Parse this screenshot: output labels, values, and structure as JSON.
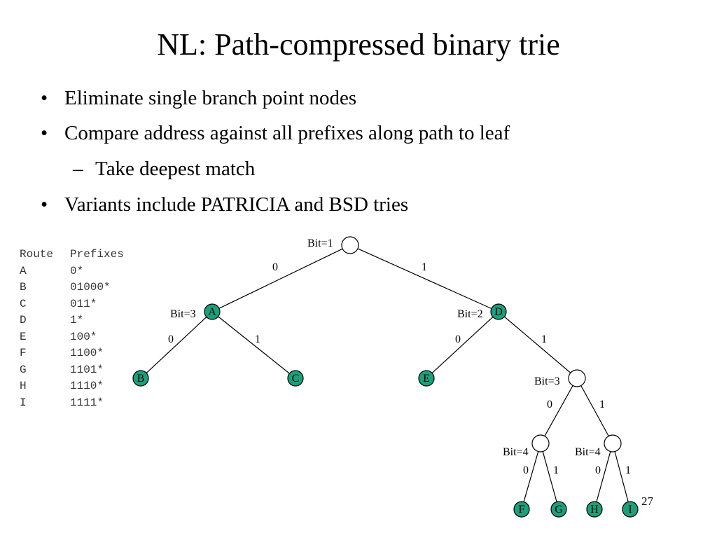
{
  "slide": {
    "title": "NL: Path-compressed binary trie",
    "page_number": "27"
  },
  "bullets": [
    {
      "marker": "•",
      "text": "Eliminate single branch point nodes",
      "level": 1
    },
    {
      "marker": "•",
      "text": "Compare address against all prefixes along path to leaf",
      "level": 1
    },
    {
      "marker": "–",
      "text": "Take deepest match",
      "level": 2
    },
    {
      "marker": "•",
      "text": "Variants include PATRICIA and BSD tries",
      "level": 1
    }
  ],
  "route_table": {
    "headers": [
      "Route",
      "Prefixes"
    ],
    "rows": [
      [
        "A",
        "0*"
      ],
      [
        "B",
        "01000*"
      ],
      [
        "C",
        "011*"
      ],
      [
        "D",
        "1*"
      ],
      [
        "E",
        "100*"
      ],
      [
        "F",
        "1100*"
      ],
      [
        "G",
        "1101*"
      ],
      [
        "H",
        "1110*"
      ],
      [
        "I",
        "1111*"
      ]
    ]
  },
  "trie": {
    "colors": {
      "prefix_node": "#1aa07a",
      "empty_node": "#ffffff",
      "edge": "#000000"
    },
    "nodes": [
      {
        "id": "root",
        "label": "",
        "bit_label": "Bit=1",
        "is_prefix": false
      },
      {
        "id": "A",
        "label": "A",
        "bit_label": "Bit=3",
        "is_prefix": true
      },
      {
        "id": "D",
        "label": "D",
        "bit_label": "Bit=2",
        "is_prefix": true
      },
      {
        "id": "B",
        "label": "B",
        "bit_label": "",
        "is_prefix": true
      },
      {
        "id": "C",
        "label": "C",
        "bit_label": "",
        "is_prefix": true
      },
      {
        "id": "E",
        "label": "E",
        "bit_label": "",
        "is_prefix": true
      },
      {
        "id": "n3",
        "label": "",
        "bit_label": "Bit=3",
        "is_prefix": false
      },
      {
        "id": "n4a",
        "label": "",
        "bit_label": "Bit=4",
        "is_prefix": false
      },
      {
        "id": "n4b",
        "label": "",
        "bit_label": "Bit=4",
        "is_prefix": false
      },
      {
        "id": "F",
        "label": "F",
        "bit_label": "",
        "is_prefix": true
      },
      {
        "id": "G",
        "label": "G",
        "bit_label": "",
        "is_prefix": true
      },
      {
        "id": "H",
        "label": "H",
        "bit_label": "",
        "is_prefix": true
      },
      {
        "id": "I",
        "label": "I",
        "bit_label": "",
        "is_prefix": true
      }
    ],
    "edges": [
      {
        "from": "root",
        "to": "A",
        "label": "0"
      },
      {
        "from": "root",
        "to": "D",
        "label": "1"
      },
      {
        "from": "A",
        "to": "B",
        "label": "0"
      },
      {
        "from": "A",
        "to": "C",
        "label": "1"
      },
      {
        "from": "D",
        "to": "E",
        "label": "0"
      },
      {
        "from": "D",
        "to": "n3",
        "label": "1"
      },
      {
        "from": "n3",
        "to": "n4a",
        "label": "0"
      },
      {
        "from": "n3",
        "to": "n4b",
        "label": "1"
      },
      {
        "from": "n4a",
        "to": "F",
        "label": "0"
      },
      {
        "from": "n4a",
        "to": "G",
        "label": "1"
      },
      {
        "from": "n4b",
        "to": "H",
        "label": "0"
      },
      {
        "from": "n4b",
        "to": "I",
        "label": "1"
      }
    ]
  }
}
